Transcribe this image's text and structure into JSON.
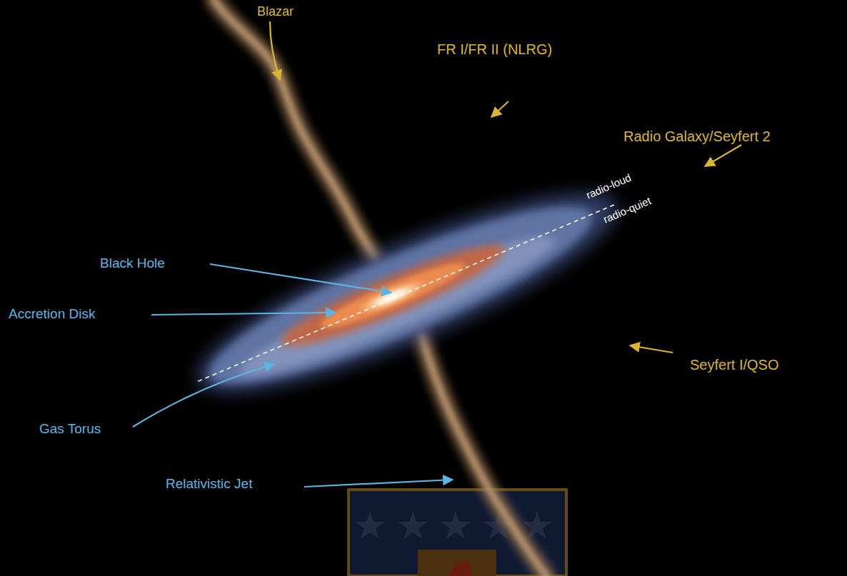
{
  "diagram": {
    "labels": [
      "Blazar",
      "FR I/FR II (NLRG)",
      "Radio Galaxy/Seyfert 2",
      "radio-loud",
      "radio-quiet",
      "Black Hole",
      "Accretion Disk",
      "Seyfert I/QSO",
      "Gas Torus",
      "Relativistic Jet"
    ]
  }
}
